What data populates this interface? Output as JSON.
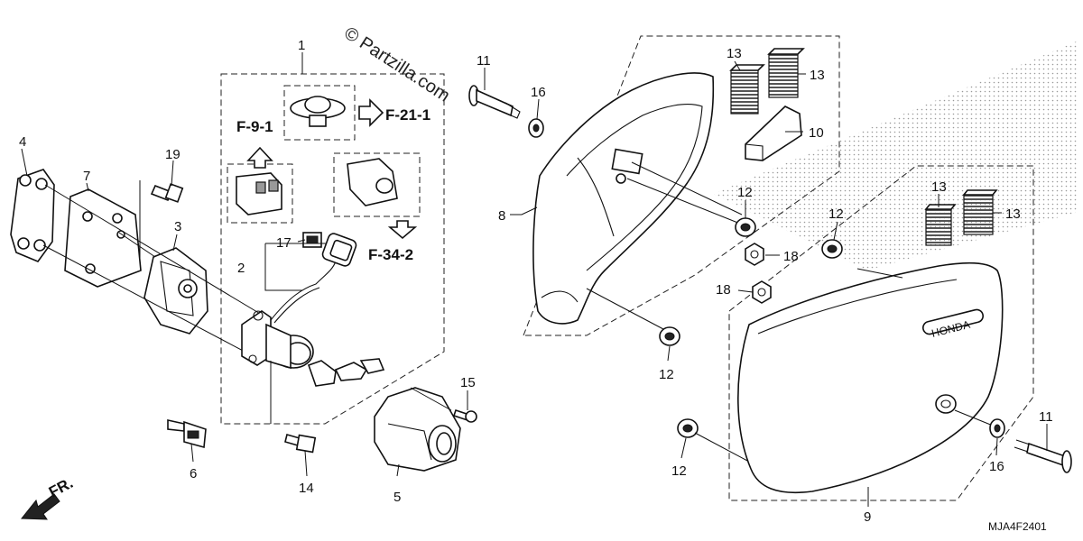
{
  "watermark": "© Partzilla.com",
  "diagram_code": "MJA4F2401",
  "direction_label": "FR.",
  "references": {
    "f9": "F-9-1",
    "f21": "F-21-1",
    "f34": "F-34-2"
  },
  "callouts": {
    "c1": "1",
    "c2": "2",
    "c3": "3",
    "c4": "4",
    "c5": "5",
    "c6": "6",
    "c7": "7",
    "c8": "8",
    "c9": "9",
    "c10": "10",
    "c11a": "11",
    "c11b": "11",
    "c12a": "12",
    "c12b": "12",
    "c12c": "12",
    "c12d": "12",
    "c13a": "13",
    "c13b": "13",
    "c13c": "13",
    "c13d": "13",
    "c14": "14",
    "c15": "15",
    "c16a": "16",
    "c16b": "16",
    "c17": "17",
    "c18a": "18",
    "c18b": "18",
    "c19": "19"
  }
}
